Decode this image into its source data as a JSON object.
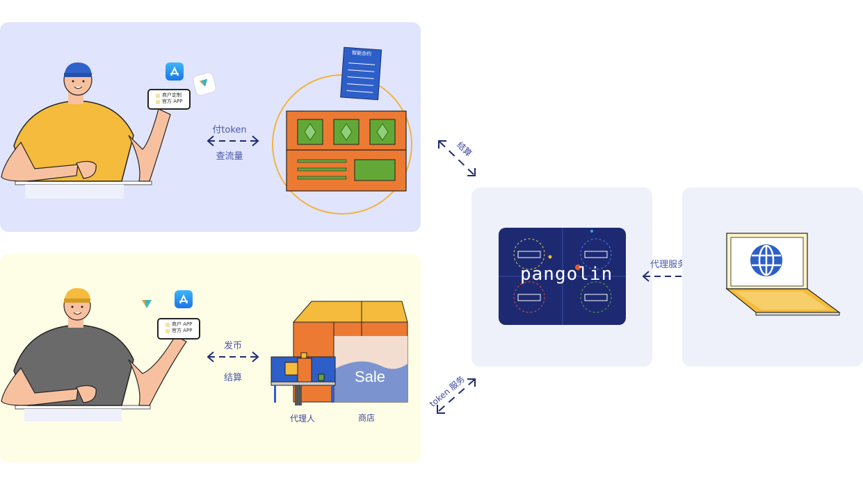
{
  "top_panel": {
    "phone": {
      "row1": "商户定制",
      "row2": "官方 APP"
    },
    "arrow_label_top": "付token",
    "arrow_label_bottom": "查流量",
    "contract_title": "智能合约"
  },
  "bottom_panel": {
    "phone": {
      "row1": "商户 APP",
      "row2": "官方 APP"
    },
    "arrow_label_top": "发币",
    "arrow_label_bottom": "结算",
    "agent_label": "代理人",
    "shop_label": "商店",
    "sale_text": "Sale"
  },
  "center": {
    "brand_text": "pangolin",
    "settle_label": "结算",
    "token_service_label": "token 服务",
    "proxy_label": "代理服务"
  },
  "colors": {
    "top_bg": "#e0e5fd",
    "bottom_bg": "#fefee6",
    "card_bg": "#eff1fa",
    "accent_navy": "#1d2a72",
    "orange": "#ec7a33",
    "green": "#63a836"
  },
  "icons": [
    "app-store-icon",
    "google-play-icon",
    "ethereum-icon",
    "globe-icon",
    "laptop-icon"
  ]
}
